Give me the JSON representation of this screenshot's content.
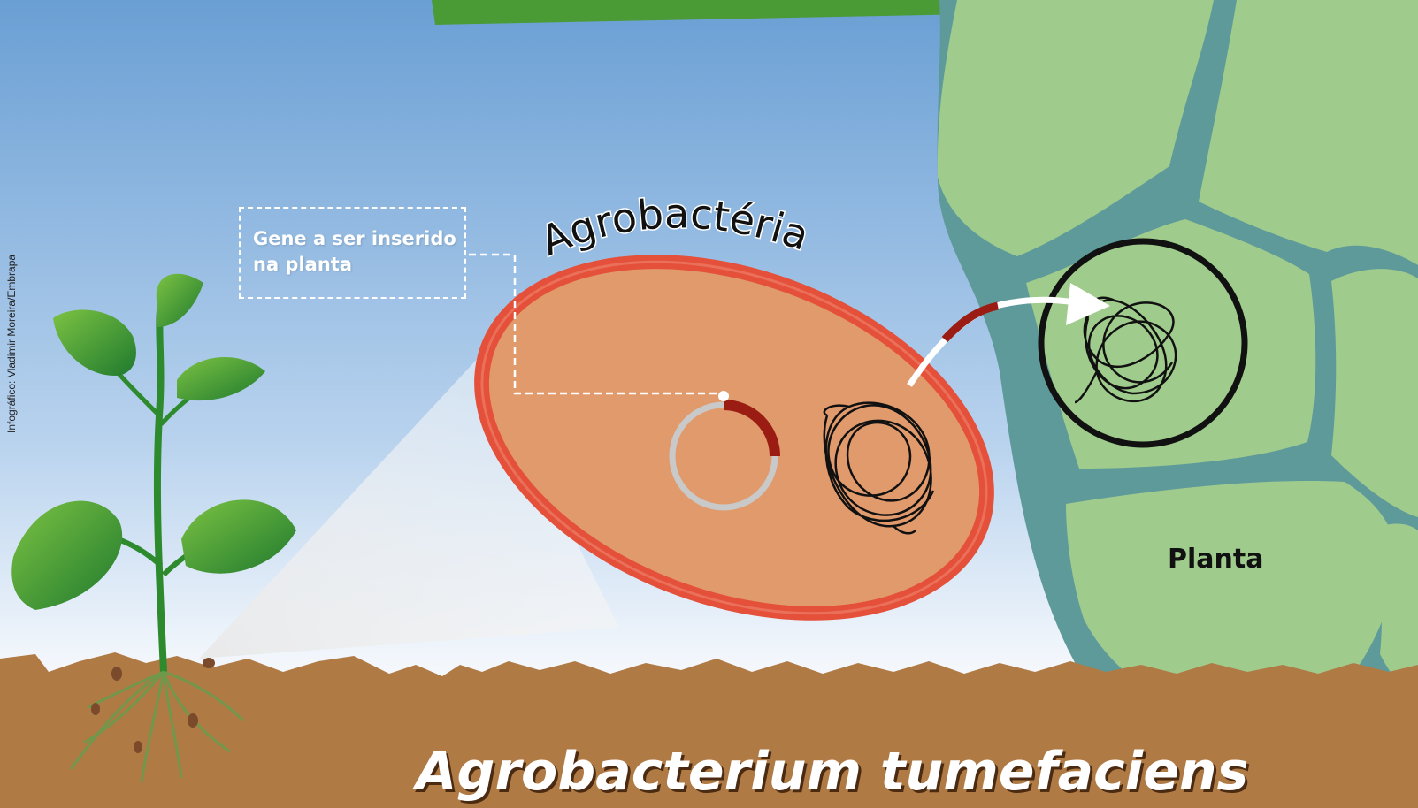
{
  "credit": "Infográfico: Vladimir Moreira/Embrapa",
  "gene_label": {
    "line1": "Gene a ser inserido",
    "line2": "na planta"
  },
  "bacterium_label": "Agrobactéria",
  "plant_label": "Planta",
  "title": "Agrobacterium tumefaciens",
  "colors": {
    "sky_top": "#6a9fd4",
    "sky_bottom": "#ffffff",
    "soil": "#b07a45",
    "bacterium_fill": "#e09a6c",
    "bacterium_membrane": "#e4503a",
    "plant_cell_fill": "#9fcb8c",
    "plant_cell_wall": "#5f9a9a",
    "leaf_green": "#3f9a2e",
    "gene_segment": "#9a1c12"
  }
}
